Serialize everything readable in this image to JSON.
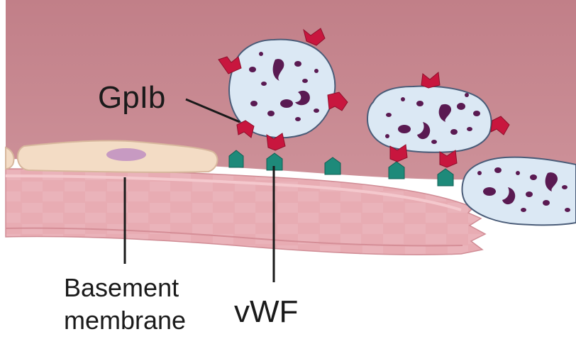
{
  "labels": {
    "gpib": "GpIb",
    "basement_line1": "Basement",
    "basement_line2": "membrane",
    "vwf": "vWF"
  },
  "colors": {
    "lumen": "#c98a92",
    "lumen_top": "#c17f88",
    "endothelium": "#f3dcc5",
    "endothelium_outline": "#d7b79d",
    "nucleus": "#c79ac2",
    "wall": "#e9aeb5",
    "wall_dark": "#d9949c",
    "platelet_fill": "#dbe8f4",
    "platelet_outline": "#4a5c78",
    "granule": "#5a1a52",
    "receptor": "#c8163e",
    "vwf": "#1e8a7a",
    "leader": "#1a1a1a"
  }
}
